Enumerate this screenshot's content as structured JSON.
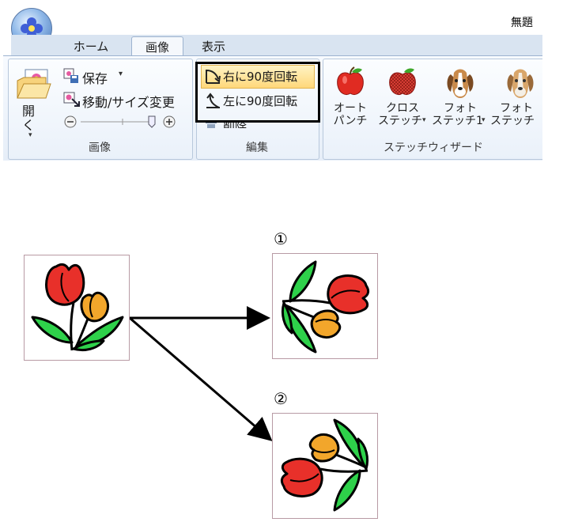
{
  "window": {
    "title": "無題"
  },
  "tabs": [
    "ホーム",
    "画像",
    "表示"
  ],
  "groups": {
    "image": {
      "label": "画像",
      "open_label": "開く",
      "save_label": "保存",
      "move_resize_label": "移動/サイズ変更"
    },
    "edit": {
      "label": "編集",
      "rotate_right_label": "右に90度回転",
      "rotate_left_label": "左に90度回転",
      "delete_label": "削除"
    },
    "wizard": {
      "label": "ステッチウィザード",
      "buttons": [
        {
          "line1": "オート",
          "line2": "パンチ"
        },
        {
          "line1": "クロス",
          "line2": "ステッチ"
        },
        {
          "line1": "フォト",
          "line2": "ステッチ1"
        },
        {
          "line1": "フォト",
          "line2": "ステッチ"
        }
      ]
    }
  },
  "figure": {
    "markers": [
      "①",
      "②"
    ]
  },
  "colors": {
    "tulip_red": "#e8302a",
    "tulip_orange": "#f2a62b",
    "leaf_green": "#2ed14a",
    "highlight": "#ffd87a"
  }
}
